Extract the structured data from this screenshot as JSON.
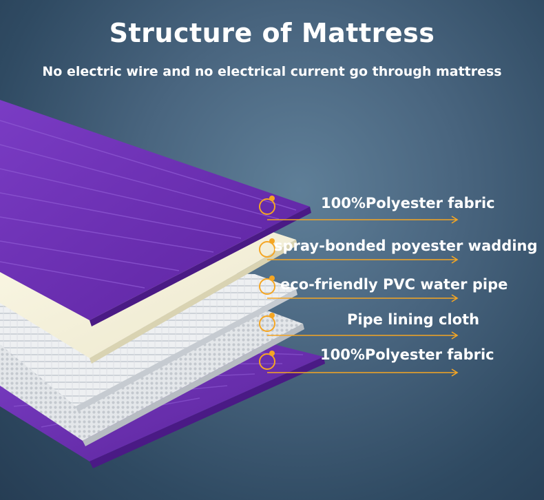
{
  "title": "Structure of Mattress",
  "subtitle": "No electric wire and no electrical current go through mattress",
  "layers": [
    {
      "label": "100%Polyester fabric"
    },
    {
      "label": "spray-bonded poyester wadding"
    },
    {
      "label": "eco-friendly PVC water pipe"
    },
    {
      "label": "Pipe lining cloth"
    },
    {
      "label": "100%Polyester fabric"
    }
  ],
  "colors": {
    "background": "#3f5a72",
    "fabric": "#6a2fb0",
    "wadding": "#f4f0d8",
    "pipe_layer": "#e9ecef",
    "lining_cloth": "#d9dde2",
    "marker": "#f5a623",
    "arrow": "#f5a623",
    "text": "#ffffff"
  }
}
